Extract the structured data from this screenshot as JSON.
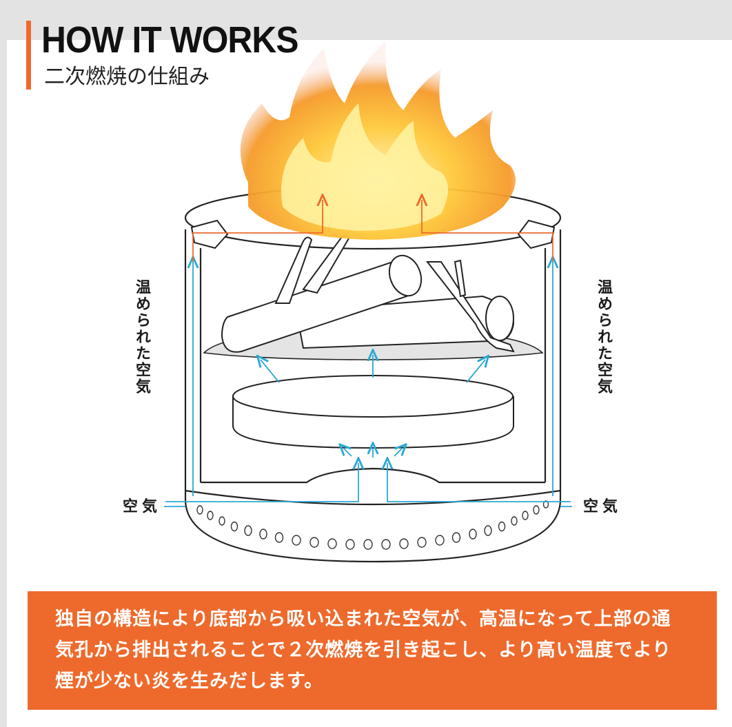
{
  "header": {
    "title": "HOW IT WORKS",
    "subtitle": "二次燃焼の仕組み"
  },
  "labels": {
    "warmed_air_left": "温められた空気",
    "warmed_air_right": "温められた空気",
    "air_left": "空気",
    "air_right": "空気"
  },
  "description": "独自の構造により底部から吸い込まれた空気が、高温になって上部の通気孔から排出されることで２次燃焼を引き起こし、より高い温度でより煙が少ない炎を生みだします。",
  "colors": {
    "accent": "#ee6a2c",
    "airflow_arrow": "#2aa8d4",
    "warm_air_arrow": "#ee6a2c",
    "outline": "#222222",
    "flame": "#f5a623"
  }
}
